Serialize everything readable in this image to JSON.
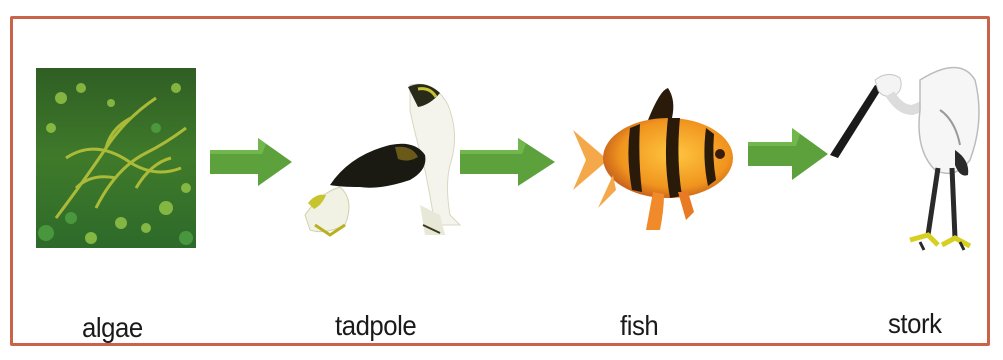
{
  "chain": {
    "organisms": [
      {
        "id": "algae",
        "label": "algae"
      },
      {
        "id": "tadpole",
        "label": "tadpole"
      },
      {
        "id": "fish",
        "label": "fish"
      },
      {
        "id": "stork",
        "label": "stork"
      }
    ],
    "arrow_icon": "right-arrow",
    "colors": {
      "frame": "#c9634a",
      "arrow": "#5da13c",
      "algae": "#4f8a2c",
      "fish_orange": "#f0941e",
      "fish_stripe": "#2a1a0a"
    }
  }
}
